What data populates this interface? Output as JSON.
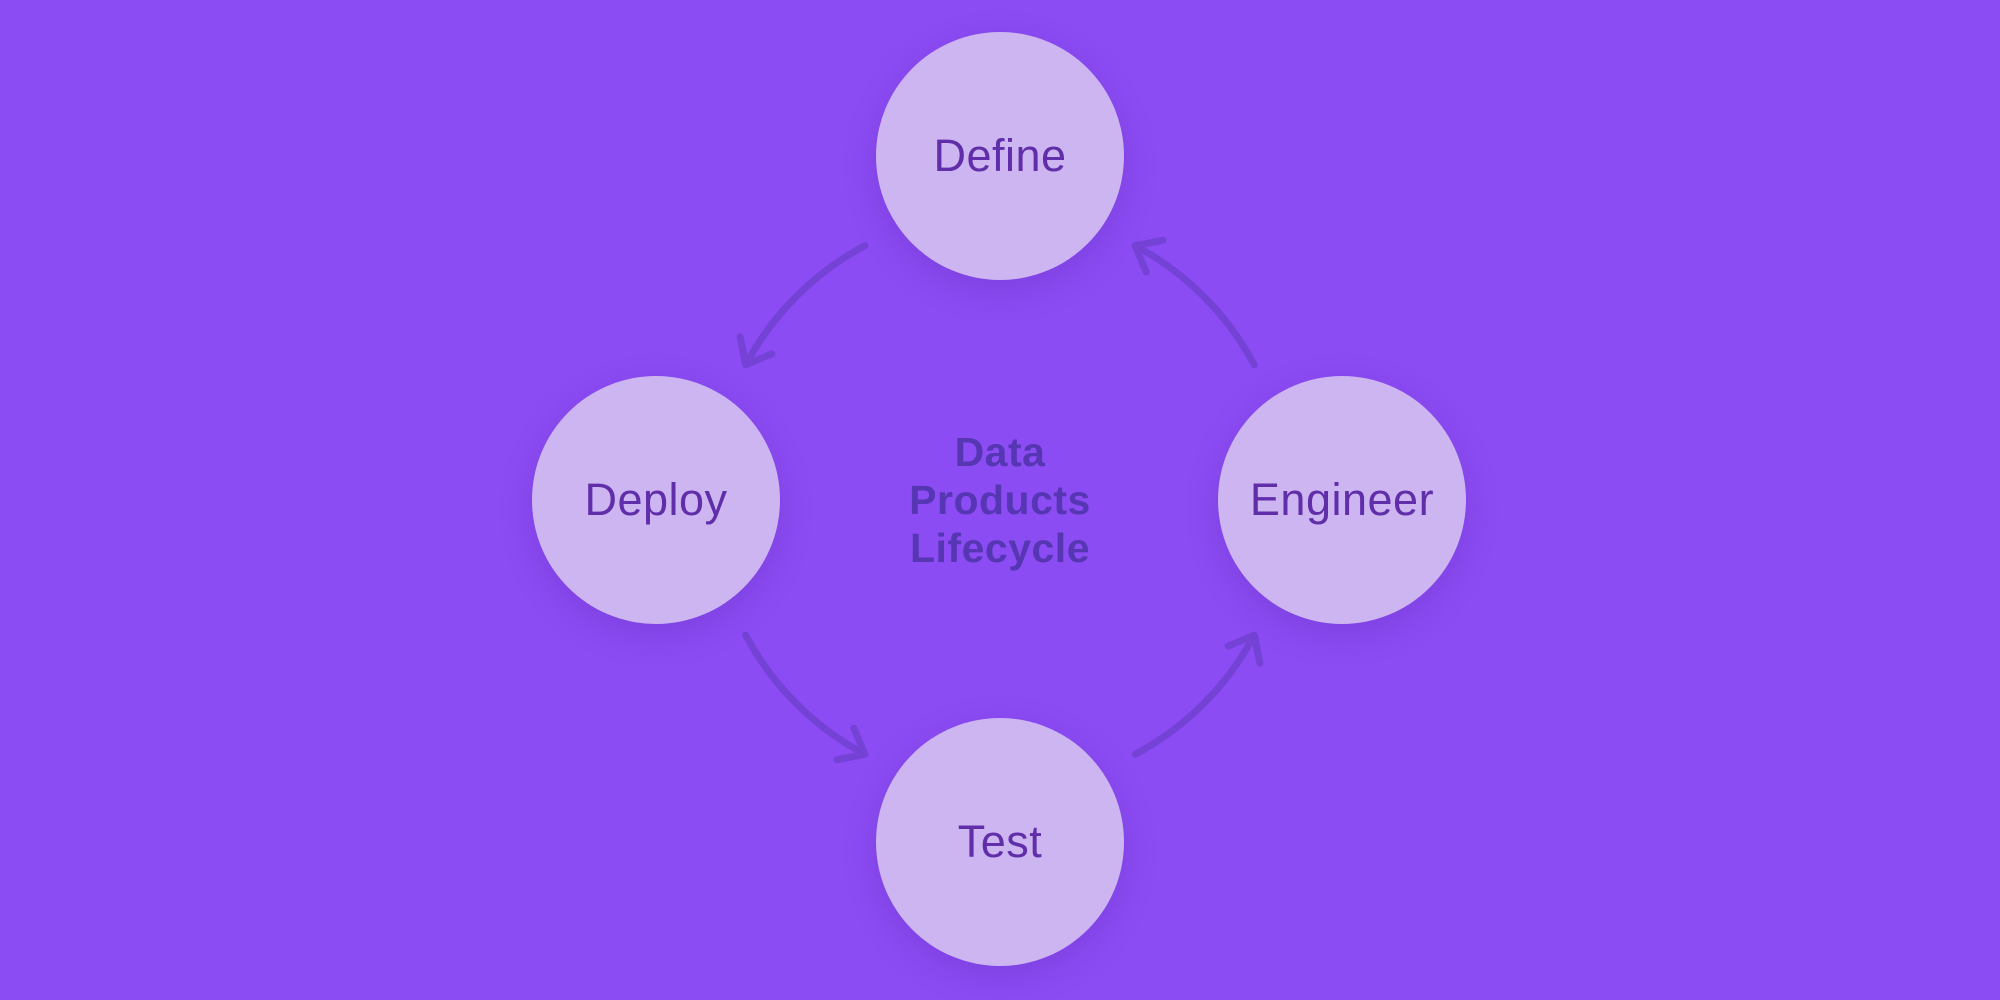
{
  "diagram": {
    "title": "Data Products Lifecycle",
    "title_lines": [
      "Data",
      "Products",
      "Lifecycle"
    ],
    "nodes": [
      {
        "id": "define",
        "label": "Define",
        "position": "top"
      },
      {
        "id": "deploy",
        "label": "Deploy",
        "position": "left"
      },
      {
        "id": "engineer",
        "label": "Engineer",
        "position": "right"
      },
      {
        "id": "test",
        "label": "Test",
        "position": "bottom"
      }
    ],
    "cycle": [
      {
        "from": "Define",
        "to": "Deploy"
      },
      {
        "from": "Deploy",
        "to": "Test"
      },
      {
        "from": "Test",
        "to": "Engineer"
      },
      {
        "from": "Engineer",
        "to": "Define"
      }
    ]
  },
  "colors": {
    "background": "#8C4CF4",
    "node-fill": "#CDB5F2",
    "node-text": "#5F2EA8",
    "title-text": "#5636B2",
    "arrow": "#7542D6"
  }
}
